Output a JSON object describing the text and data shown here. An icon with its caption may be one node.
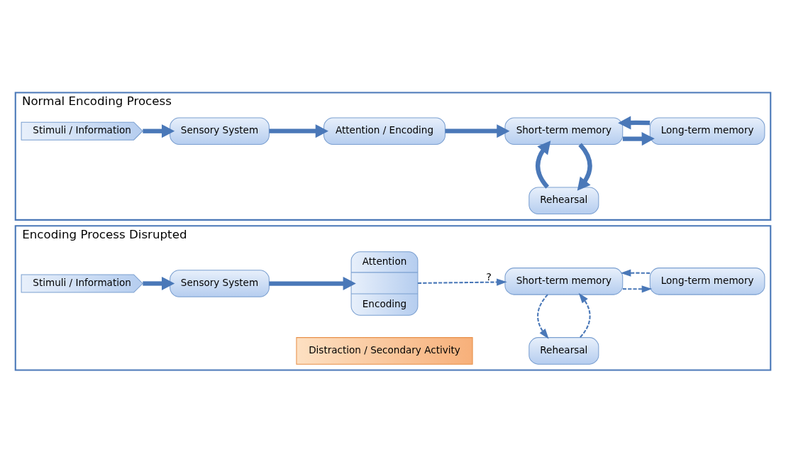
{
  "diagram": {
    "nodes": [
      {
        "text": [
          "Normal Encoding Process"
        ]
      },
      {
        "text": [
          "Stimuli / Information"
        ],
        "in": 0
      },
      {
        "text": [
          "Sensory System"
        ],
        "in": 0
      },
      {
        "text": [
          "Attention / Encoding"
        ],
        "in": 0
      },
      {
        "text": [
          "Short-term memory"
        ],
        "in": 0
      },
      {
        "text": [
          "Long-term memory"
        ],
        "in": 0
      },
      {
        "text": [
          "Rehearsal"
        ],
        "in": 0
      },
      {
        "text": [
          "Encoding Process Disrupted"
        ]
      },
      {
        "text": [
          "Stimuli / Information"
        ],
        "in": 7
      },
      {
        "text": [
          "Sensory System"
        ],
        "in": 7
      },
      {
        "text": [
          "Attention",
          "Encoding"
        ],
        "in": 7
      },
      {
        "text": [
          "Distraction / Secondary Activity"
        ],
        "in": 7
      },
      {
        "text": [
          "Short-term memory"
        ],
        "in": 7
      },
      {
        "text": [
          "Long-term memory"
        ],
        "in": 7
      },
      {
        "text": [
          "Rehearsal"
        ],
        "in": 7
      }
    ],
    "edges": [
      {
        "from": 1,
        "to": 2,
        "arrow": "to"
      },
      {
        "from": 2,
        "to": 3,
        "arrow": "to"
      },
      {
        "from": 3,
        "to": 4,
        "arrow": "to"
      },
      {
        "from": 5,
        "to": 4,
        "arrow": "to"
      },
      {
        "from": 4,
        "to": 5,
        "arrow": "to"
      },
      {
        "from": 4,
        "to": 6,
        "arrow": "to"
      },
      {
        "from": 6,
        "to": 4,
        "arrow": "to"
      },
      {
        "from": 8,
        "to": 9,
        "arrow": "to"
      },
      {
        "from": 9,
        "to": 10,
        "arrow": "to"
      },
      {
        "from": 10,
        "to": 12,
        "arrow": "to",
        "style": "dashed",
        "label": "?"
      },
      {
        "from": 12,
        "to": 13,
        "arrow": "to",
        "style": "dashed"
      },
      {
        "from": 13,
        "to": 12,
        "arrow": "to",
        "style": "dashed"
      },
      {
        "from": 14,
        "to": 12,
        "arrow": "to",
        "style": "dashed"
      },
      {
        "from": 12,
        "to": 14,
        "arrow": "to",
        "style": "dashed"
      }
    ]
  }
}
